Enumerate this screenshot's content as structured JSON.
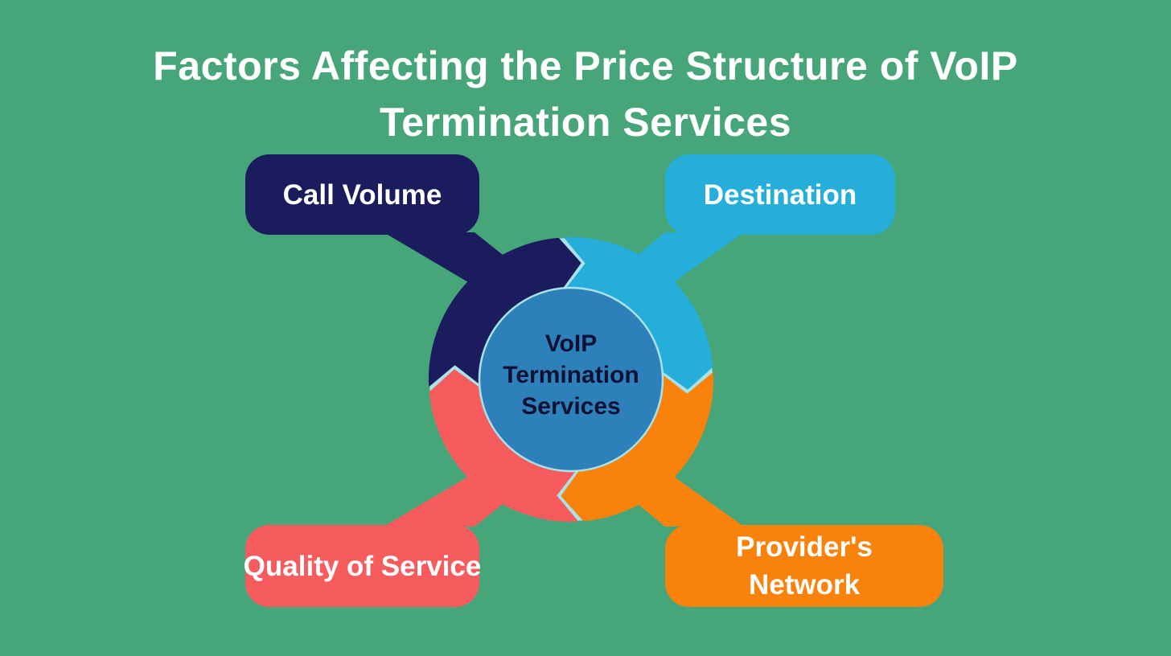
{
  "title": {
    "line1": "Factors Affecting the Price Structure of VoIP",
    "line2": "Termination Services"
  },
  "center": {
    "label": "VoIP Termination Services"
  },
  "factors": [
    {
      "id": "call-volume",
      "label": "Call Volume",
      "color": "#1a1c5e",
      "position": "top-left"
    },
    {
      "id": "destination",
      "label": "Destination",
      "color": "#25aed9",
      "position": "top-right"
    },
    {
      "id": "quality-of-service",
      "label": "Quality of Service",
      "color": "#f65c5e",
      "position": "bottom-left"
    },
    {
      "id": "providers-network",
      "label": "Provider's Network",
      "color": "#f8820b",
      "position": "bottom-right"
    }
  ],
  "palette": {
    "background": "#47a679",
    "title_text": "#ffffff",
    "label_text": "#ffffff",
    "center_fill": "#2e80ba",
    "center_text": "#0d1133",
    "separator": "#a9e2e8"
  }
}
